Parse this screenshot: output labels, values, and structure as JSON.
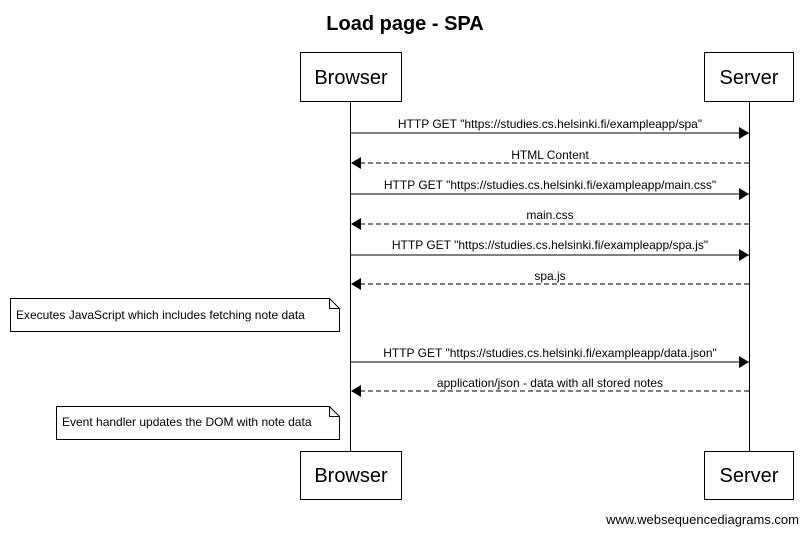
{
  "title": "Load page - SPA",
  "actors": {
    "browser": "Browser",
    "server": "Server"
  },
  "messages": [
    {
      "label": "HTTP GET \"https://studies.cs.helsinki.fi/exampleapp/spa\"",
      "direction": "request"
    },
    {
      "label": "HTML Content",
      "direction": "response"
    },
    {
      "label": "HTTP GET \"https://studies.cs.helsinki.fi/exampleapp/main.css\"",
      "direction": "request"
    },
    {
      "label": "main.css",
      "direction": "response"
    },
    {
      "label": "HTTP GET \"https://studies.cs.helsinki.fi/exampleapp/spa.js\"",
      "direction": "request"
    },
    {
      "label": "spa.js",
      "direction": "response"
    },
    {
      "label": "HTTP GET \"https://studies.cs.helsinki.fi/exampleapp/data.json\"",
      "direction": "request"
    },
    {
      "label": "application/json - data with all stored notes",
      "direction": "response"
    }
  ],
  "notes": [
    "Executes JavaScript which includes fetching note data",
    "Event handler updates the DOM with note data"
  ],
  "credit": "www.websequencediagrams.com"
}
